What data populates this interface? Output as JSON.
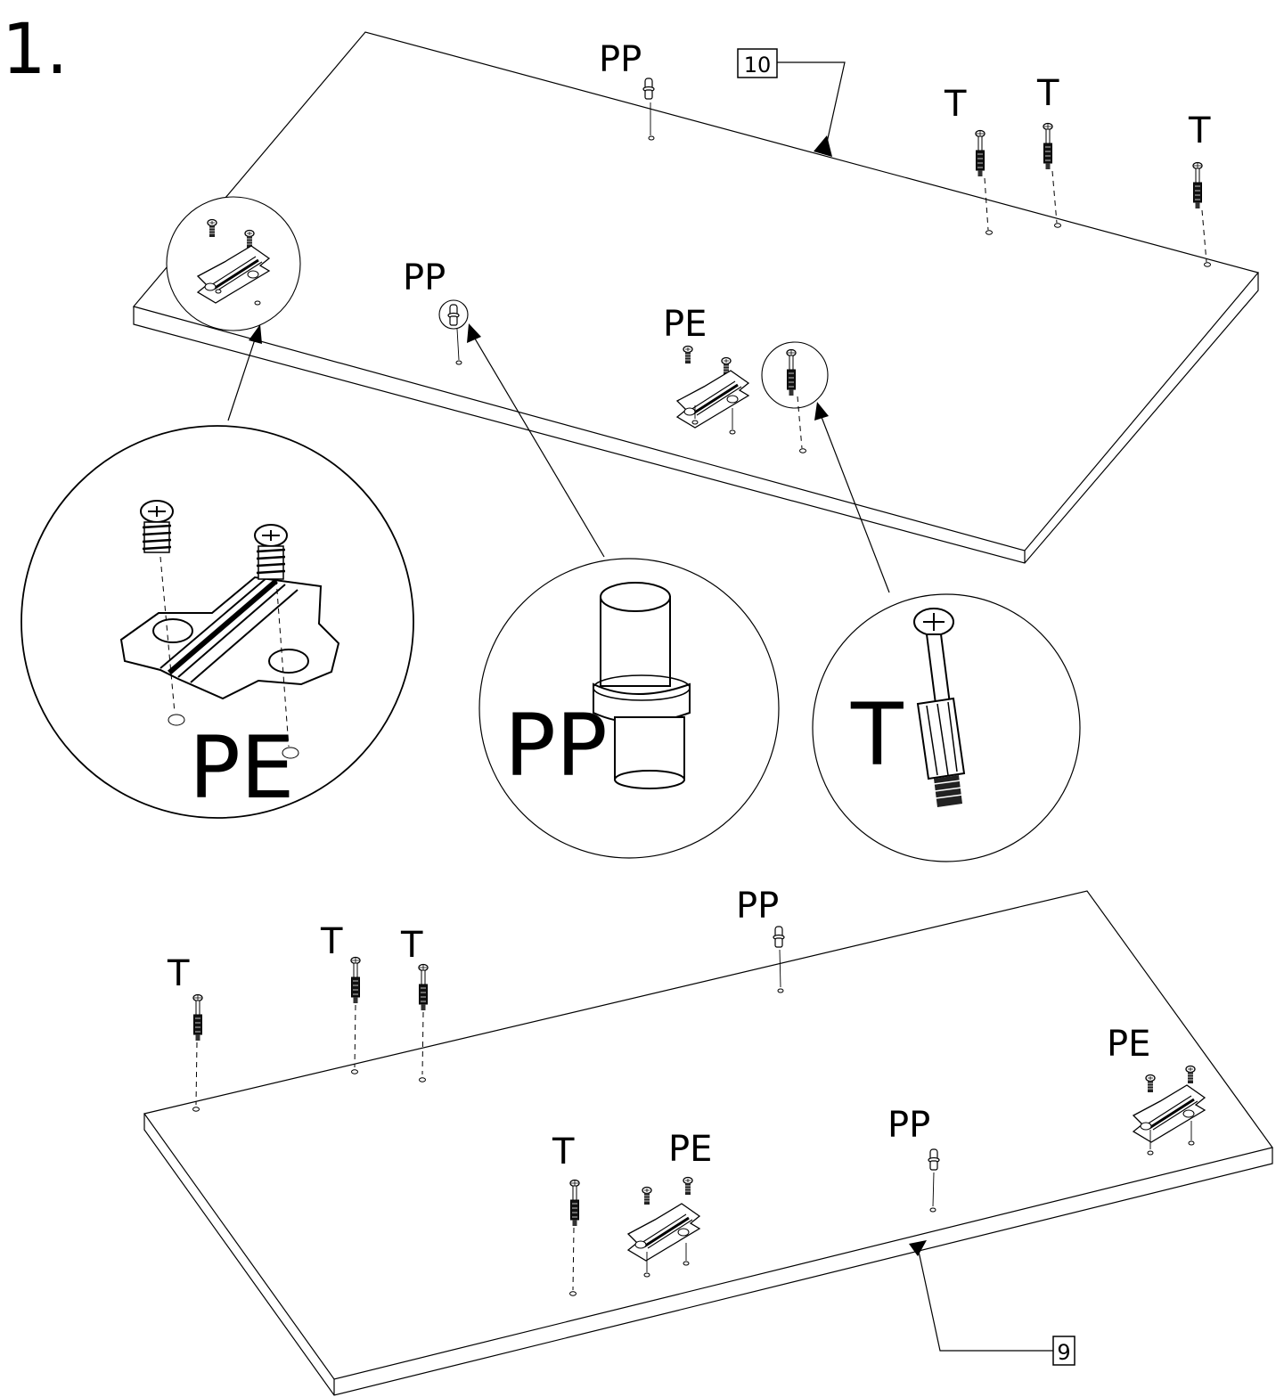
{
  "step": {
    "number": "1."
  },
  "parts": {
    "top_panel_id": "10",
    "bottom_panel_id": "9"
  },
  "labels": {
    "pp": "PP",
    "pe": "PE",
    "t": "T"
  },
  "details": {
    "pe_big": "PE",
    "pp_big": "PP",
    "t_big": "T"
  }
}
